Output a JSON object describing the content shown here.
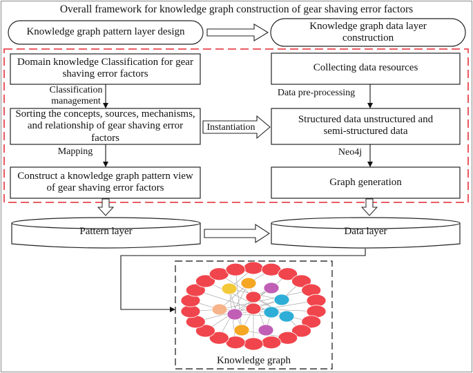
{
  "title": "Overall framework for knowledge  graph construction of gear shaving error factors",
  "pattern_design": "Knowledge graph pattern layer design",
  "data_construction": "Knowledge graph data layer construction",
  "left_steps": [
    "Domain knowledge  Classification for gear shaving error factors",
    "Sorting the concepts, sources, mechanisms, and relationship of gear shaving error factors",
    "Construct a knowledge graph pattern view of gear shaving error factors"
  ],
  "right_steps": [
    "Collecting data resources",
    "Structured data unstructured and semi-structured data",
    "Graph generation"
  ],
  "edge_labels": {
    "classification": "Classification management",
    "mapping": "Mapping",
    "instantiation": "Instantiation",
    "preprocessing": "Data pre-processing",
    "neo4j": "Neo4j"
  },
  "layers": {
    "pattern": "Pattern layer",
    "data": "Data layer"
  },
  "graph_caption": "Knowledge graph",
  "colors": {
    "dashed_border": "#e8454f",
    "node_red": "#f0454c",
    "node_orange": "#f5a623",
    "node_purple": "#c15fb6",
    "node_blue": "#2eaed6",
    "node_yellow": "#f3c93a",
    "node_peach": "#f7b48a"
  }
}
